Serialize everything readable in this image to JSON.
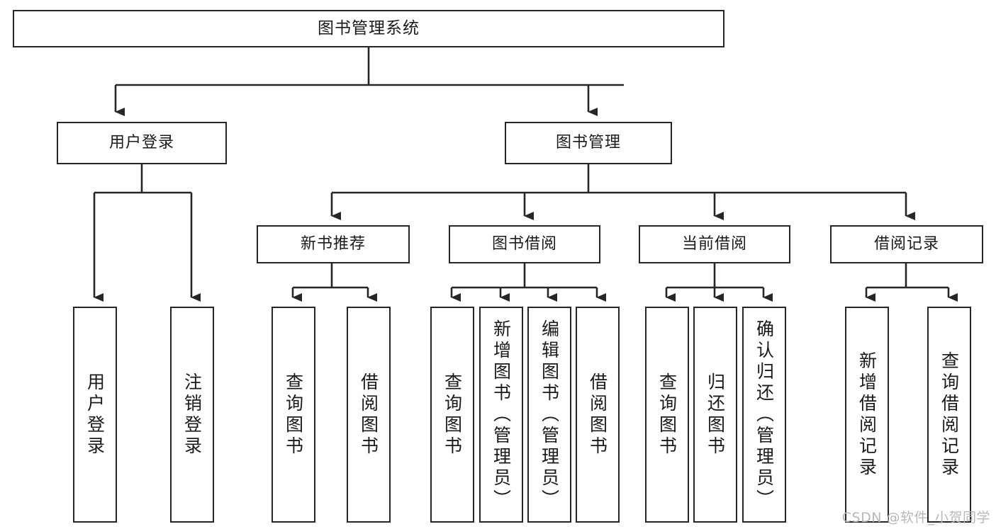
{
  "diagram": {
    "type": "tree",
    "title": "图书管理系统",
    "orientation": "top-down",
    "colors": {
      "box_border": "#262626",
      "box_fill": "#ffffff",
      "line": "#262626",
      "text": "#1a1a1a",
      "watermark": "#b8b8b8",
      "background": "#ffffff"
    },
    "root": {
      "label": "图书管理系统",
      "level": 1,
      "orientation": "horizontal"
    },
    "level2": [
      {
        "label": "用户登录",
        "orientation": "horizontal"
      },
      {
        "label": "图书管理",
        "orientation": "horizontal"
      }
    ],
    "level3": [
      {
        "label": "新书推荐",
        "orientation": "horizontal",
        "parent": "图书管理"
      },
      {
        "label": "图书借阅",
        "orientation": "horizontal",
        "parent": "图书管理"
      },
      {
        "label": "当前借阅",
        "orientation": "horizontal",
        "parent": "图书管理"
      },
      {
        "label": "借阅记录",
        "orientation": "horizontal",
        "parent": "图书管理"
      }
    ],
    "leaves": {
      "用户登录": [
        {
          "label": "用户登录",
          "orientation": "vertical"
        },
        {
          "label": "注销登录",
          "orientation": "vertical"
        }
      ],
      "新书推荐": [
        {
          "label": "查询图书",
          "orientation": "vertical"
        },
        {
          "label": "借阅图书",
          "orientation": "vertical"
        }
      ],
      "图书借阅": [
        {
          "label": "查询图书",
          "orientation": "vertical"
        },
        {
          "label": "新增图书（管理员）",
          "orientation": "vertical"
        },
        {
          "label": "编辑图书（管理员）",
          "orientation": "vertical"
        },
        {
          "label": "借阅图书",
          "orientation": "vertical"
        }
      ],
      "当前借阅": [
        {
          "label": "查询图书",
          "orientation": "vertical"
        },
        {
          "label": "归还图书",
          "orientation": "vertical"
        },
        {
          "label": "确认归还（管理员）",
          "orientation": "vertical"
        }
      ],
      "借阅记录": [
        {
          "label": "新增借阅记录",
          "orientation": "vertical"
        },
        {
          "label": "查询借阅记录",
          "orientation": "vertical"
        }
      ]
    }
  },
  "watermark": {
    "text": "CSDN @软件_小贺同学"
  }
}
